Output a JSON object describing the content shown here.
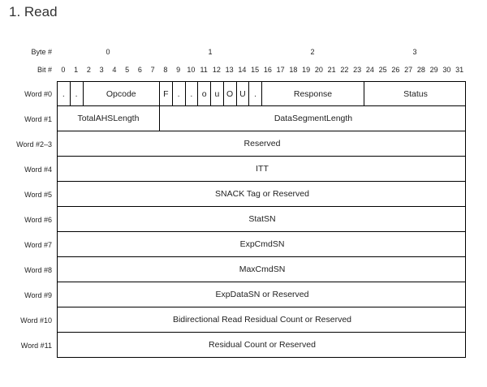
{
  "title": "1. Read",
  "byte_label": "Byte #",
  "bit_label": "Bit #",
  "byte_numbers": [
    "0",
    "1",
    "2",
    "3"
  ],
  "bit_numbers": [
    "0",
    "1",
    "2",
    "3",
    "4",
    "5",
    "6",
    "7",
    "8",
    "9",
    "10",
    "11",
    "12",
    "13",
    "14",
    "15",
    "16",
    "17",
    "18",
    "19",
    "20",
    "21",
    "22",
    "23",
    "24",
    "25",
    "26",
    "27",
    "28",
    "29",
    "30",
    "31"
  ],
  "rows": [
    {
      "label": "Word #0",
      "fields": [
        {
          "text": ".",
          "start": 0,
          "end": 0
        },
        {
          "text": ".",
          "start": 1,
          "end": 1
        },
        {
          "text": "Opcode",
          "start": 2,
          "end": 7
        },
        {
          "text": "F",
          "start": 8,
          "end": 8
        },
        {
          "text": ".",
          "start": 9,
          "end": 9
        },
        {
          "text": ".",
          "start": 10,
          "end": 10
        },
        {
          "text": "o",
          "start": 11,
          "end": 11
        },
        {
          "text": "u",
          "start": 12,
          "end": 12
        },
        {
          "text": "O",
          "start": 13,
          "end": 13
        },
        {
          "text": "U",
          "start": 14,
          "end": 14
        },
        {
          "text": ".",
          "start": 15,
          "end": 15
        },
        {
          "text": "Response",
          "start": 16,
          "end": 23
        },
        {
          "text": "Status",
          "start": 24,
          "end": 31
        }
      ]
    },
    {
      "label": "Word #1",
      "fields": [
        {
          "text": "TotalAHSLength",
          "start": 0,
          "end": 7
        },
        {
          "text": "DataSegmentLength",
          "start": 8,
          "end": 31
        }
      ]
    },
    {
      "label": "Word #2–3",
      "fields": [
        {
          "text": "Reserved",
          "start": 0,
          "end": 31
        }
      ]
    },
    {
      "label": "Word #4",
      "fields": [
        {
          "text": "ITT",
          "start": 0,
          "end": 31
        }
      ]
    },
    {
      "label": "Word #5",
      "fields": [
        {
          "text": "SNACK Tag or Reserved",
          "start": 0,
          "end": 31
        }
      ]
    },
    {
      "label": "Word #6",
      "fields": [
        {
          "text": "StatSN",
          "start": 0,
          "end": 31
        }
      ]
    },
    {
      "label": "Word #7",
      "fields": [
        {
          "text": "ExpCmdSN",
          "start": 0,
          "end": 31
        }
      ]
    },
    {
      "label": "Word #8",
      "fields": [
        {
          "text": "MaxCmdSN",
          "start": 0,
          "end": 31
        }
      ]
    },
    {
      "label": "Word #9",
      "fields": [
        {
          "text": "ExpDataSN or Reserved",
          "start": 0,
          "end": 31
        }
      ]
    },
    {
      "label": "Word #10",
      "fields": [
        {
          "text": "Bidirectional Read Residual Count or Reserved",
          "start": 0,
          "end": 31
        }
      ]
    },
    {
      "label": "Word #11",
      "fields": [
        {
          "text": "Residual Count or Reserved",
          "start": 0,
          "end": 31
        }
      ]
    }
  ]
}
